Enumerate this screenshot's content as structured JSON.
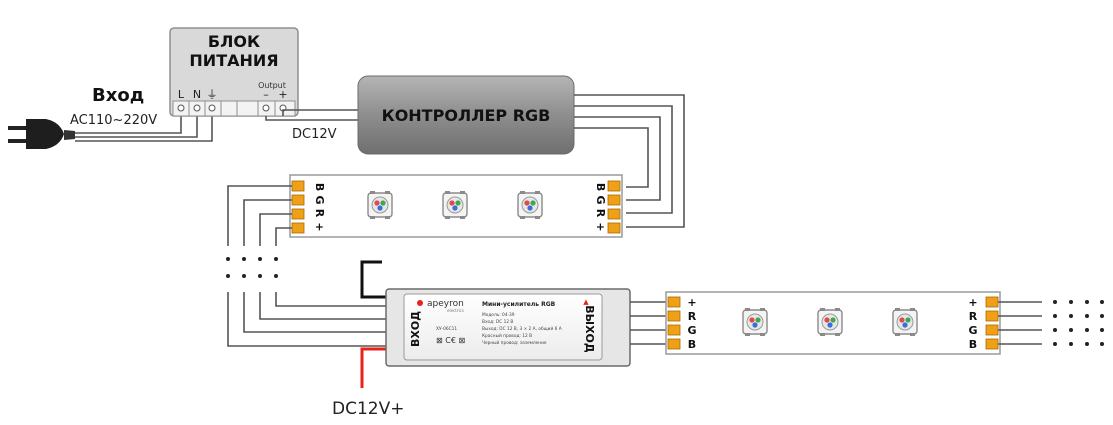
{
  "power_supply": {
    "title_line1": "БЛОК",
    "title_line2": "ПИТАНИЯ",
    "terminal_l": "L",
    "terminal_n": "N",
    "terminal_ground": "⏚",
    "output_label": "Output",
    "output_minus": "–",
    "output_plus": "+"
  },
  "input": {
    "label": "Вход",
    "voltage": "AC110~220V"
  },
  "dc_label": "DC12V",
  "controller": {
    "label": "КОНТРОЛЛЕР RGB"
  },
  "strip_top": {
    "left_pins": [
      "B",
      "G",
      "R",
      "+"
    ],
    "right_pins": [
      "B",
      "G",
      "R",
      "+"
    ]
  },
  "amplifier": {
    "brand": "apeyron",
    "brand_sub": "electrics",
    "title": "Мини-усилитель RGB",
    "spec_lines": [
      "Модель: 04-39",
      "Вход: DC 12 В",
      "Выход: DC 12 В, 3 × 2 А, общий 6 А",
      "Красный провод: 12 В",
      "Черный провод: заземление"
    ],
    "model_code": "ХУ-06С11",
    "input_side": "ВХОД",
    "output_side": "ВЫХОД",
    "marks": "⊠ C€ ⊠"
  },
  "strip_bottom": {
    "left_pins": [
      "+",
      "R",
      "G",
      "B"
    ],
    "right_pins": [
      "+",
      "R",
      "G",
      "B"
    ]
  },
  "dc_plus_label": "DC12V+",
  "colors": {
    "wire": "#555555",
    "red_wire": "#e8231c",
    "pin": "#f0a017",
    "controller": "#8a8a8a",
    "strip_border": "#9a9a9a"
  }
}
